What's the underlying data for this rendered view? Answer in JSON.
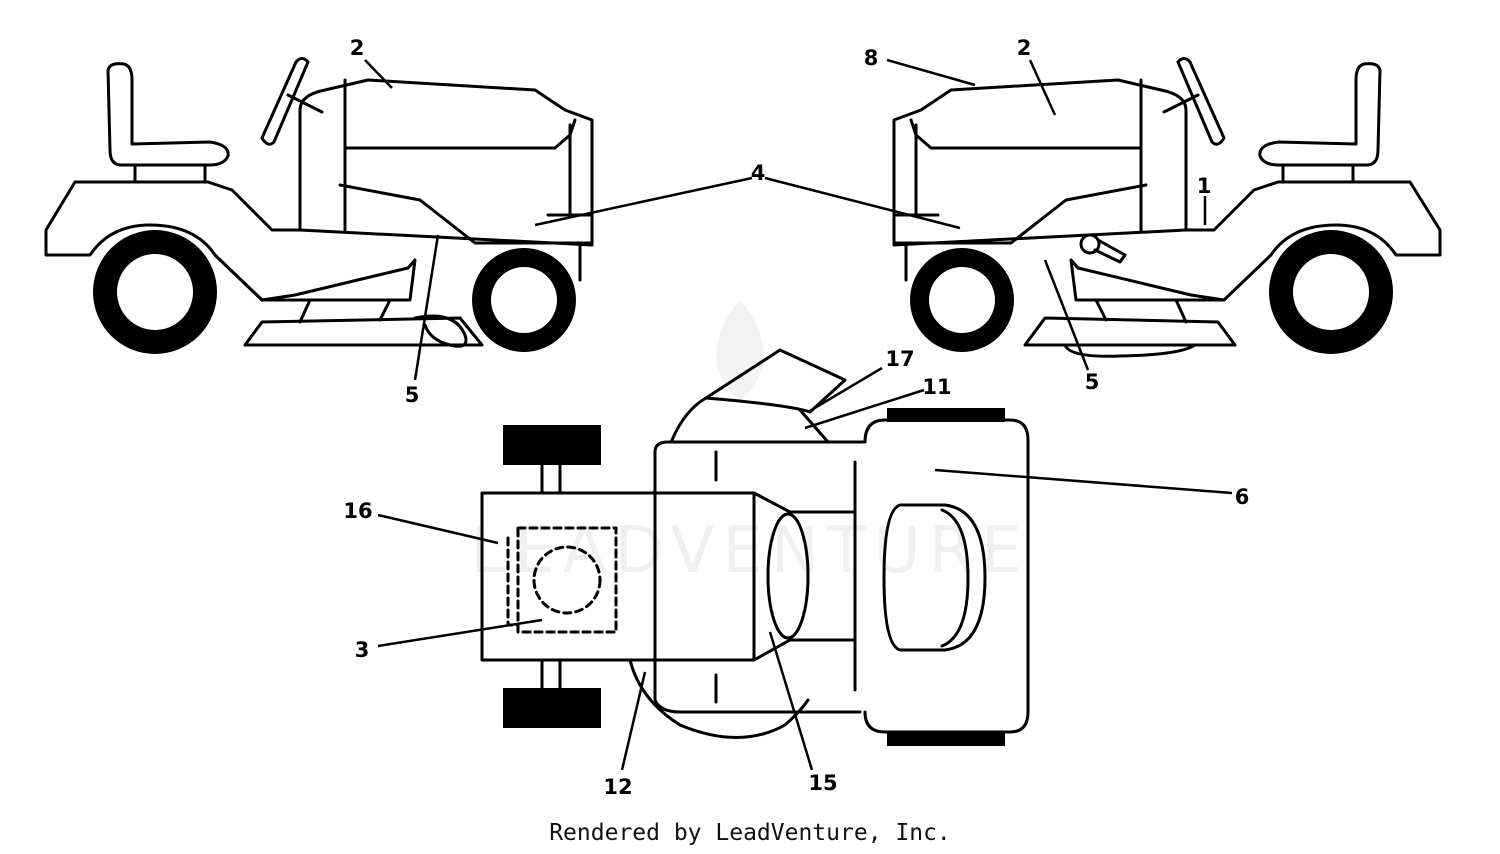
{
  "callouts": {
    "c1": "1",
    "c2a": "2",
    "c2b": "2",
    "c3": "3",
    "c4": "4",
    "c5a": "5",
    "c5b": "5",
    "c6": "6",
    "c8": "8",
    "c11": "11",
    "c12": "12",
    "c15": "15",
    "c16": "16",
    "c17": "17"
  },
  "footer": "Rendered by LeadVenture, Inc.",
  "watermark": "LEADVENTURE"
}
